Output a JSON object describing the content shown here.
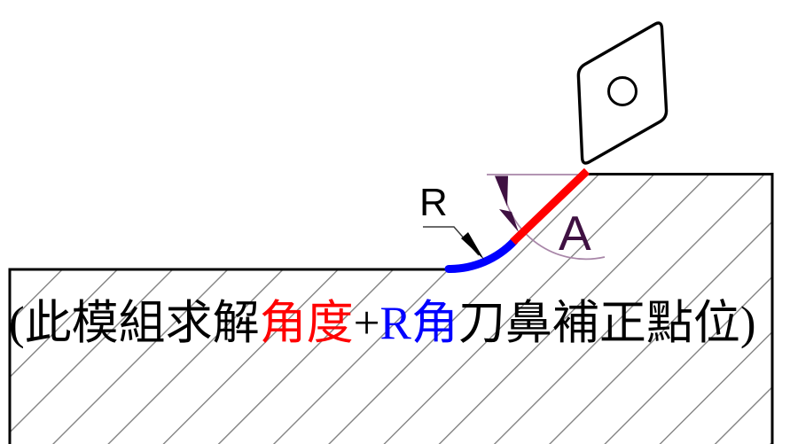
{
  "diagram": {
    "caption": {
      "segments": [
        {
          "text": "(此模組求解",
          "color": "#000000"
        },
        {
          "text": "角度",
          "color": "#ff0000"
        },
        {
          "text": "+",
          "color": "#000000"
        },
        {
          "text": "R角",
          "color": "#0000ff"
        },
        {
          "text": "刀鼻補正點位)",
          "color": "#000000"
        }
      ]
    },
    "radius_label": "R",
    "angle_label": "A",
    "colors": {
      "edge_red": "#ff0000",
      "arc_blue": "#0000ff",
      "purple_dark": "#3f1142",
      "purple_light": "#a886a8",
      "hatch_gray": "#808080",
      "outline_black": "#000000",
      "leader_gray": "#3a3a3a"
    }
  }
}
